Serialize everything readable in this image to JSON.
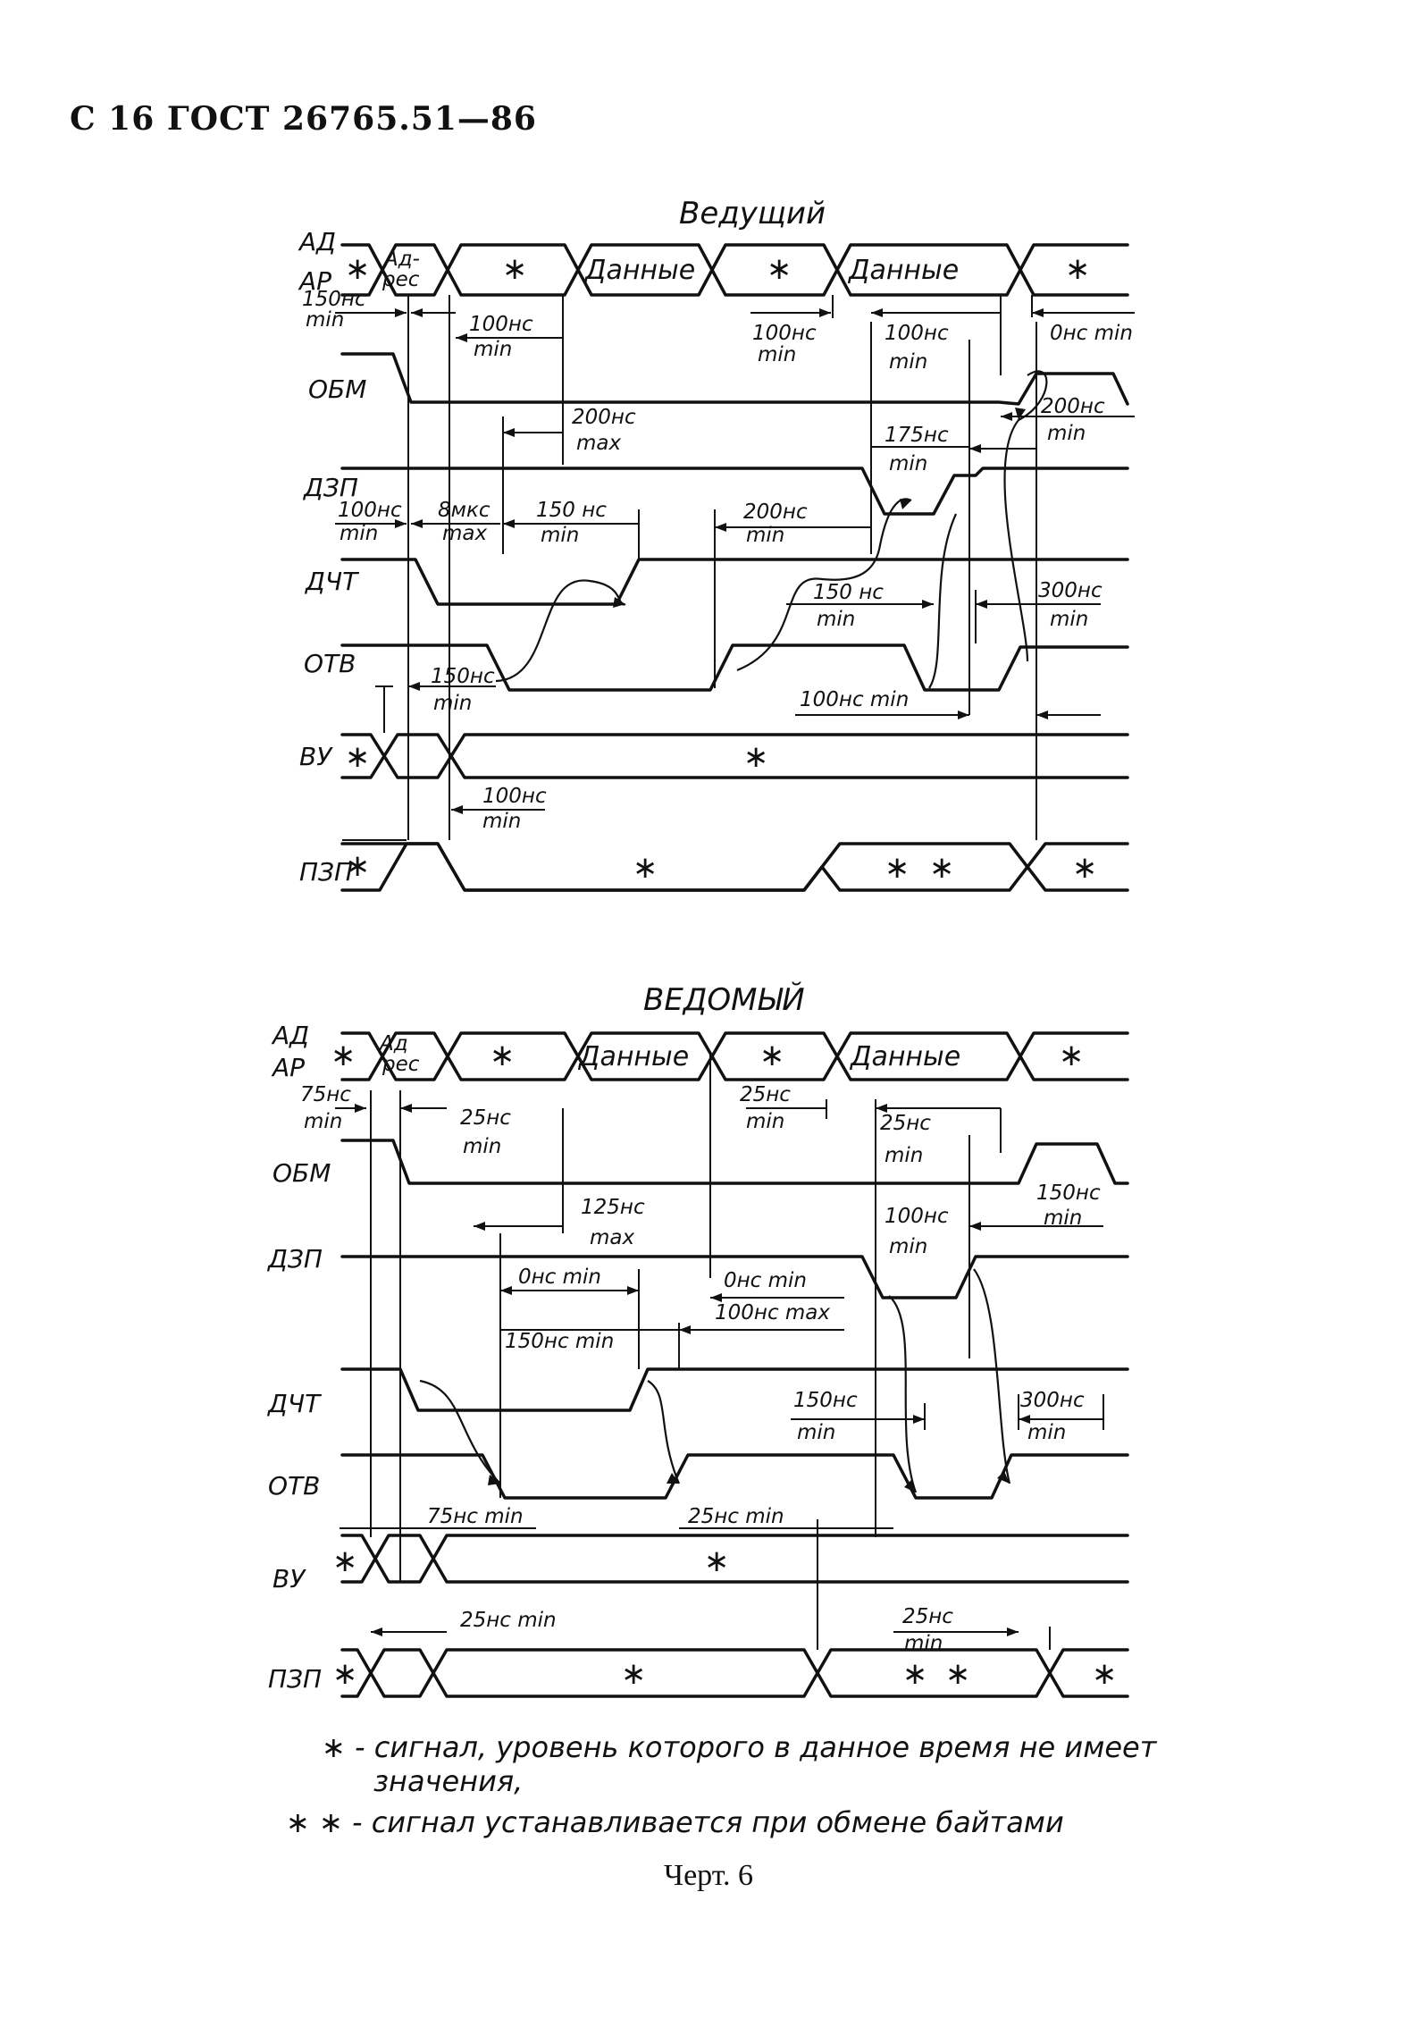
{
  "header": "С 16 ГОСТ 26765.51—86",
  "caption": "Черт. 6",
  "master": {
    "title": "Ведущий",
    "signals": [
      "АД",
      "АР",
      "ОБМ",
      "ДЗП",
      "ДЧТ",
      "ОТВ",
      "ВУ",
      "ПЗП"
    ],
    "bus": {
      "star": "∗",
      "address_1": "Ад-",
      "address_2": "рес",
      "data": "Данные"
    },
    "timing": [
      {
        "top": "150нс",
        "bottom": "min"
      },
      {
        "top": "100нс",
        "bottom": "min"
      },
      {
        "top": "100нс",
        "bottom": "min"
      },
      {
        "top": "100нс",
        "bottom": "min"
      },
      {
        "top": "0нс min",
        "bottom": ""
      },
      {
        "top": "200нс",
        "bottom": "max"
      },
      {
        "top": "200нс",
        "bottom": "min"
      },
      {
        "top": "175нс",
        "bottom": "min"
      },
      {
        "top": "100нс",
        "bottom": "min"
      },
      {
        "top": "8мкс",
        "bottom": "max"
      },
      {
        "top": "150 нс",
        "bottom": "min"
      },
      {
        "top": "200нс",
        "bottom": "min"
      },
      {
        "top": "150 нс",
        "bottom": "min"
      },
      {
        "top": "300нс",
        "bottom": "min"
      },
      {
        "top": "150нс",
        "bottom": "min"
      },
      {
        "top": "100нс min",
        "bottom": ""
      },
      {
        "top": "100нс",
        "bottom": "min"
      }
    ]
  },
  "slave": {
    "title": "ВЕДОМЫЙ",
    "signals": [
      "АД",
      "АР",
      "ОБМ",
      "ДЗП",
      "ДЧТ",
      "ОТВ",
      "ВУ",
      "ПЗП"
    ],
    "bus": {
      "star": "∗",
      "address_1": "Ад",
      "address_2": "рес",
      "data": "Данные"
    },
    "timing": [
      {
        "top": "75нс",
        "bottom": "min"
      },
      {
        "top": "25нс",
        "bottom": "min"
      },
      {
        "top": "25нс",
        "bottom": "min"
      },
      {
        "top": "25нс",
        "bottom": "min"
      },
      {
        "top": "125нс",
        "bottom": "max"
      },
      {
        "top": "150нс",
        "bottom": "min"
      },
      {
        "top": "100нс",
        "bottom": "min"
      },
      {
        "top": "0нс min",
        "bottom": ""
      },
      {
        "top": "0нс min",
        "bottom": "100нс max"
      },
      {
        "top": "150нс min",
        "bottom": ""
      },
      {
        "top": "150нс",
        "bottom": "min"
      },
      {
        "top": "300нс",
        "bottom": "min"
      },
      {
        "top": "75нс min",
        "bottom": ""
      },
      {
        "top": "25нс min",
        "bottom": ""
      },
      {
        "top": "25нс min",
        "bottom": ""
      },
      {
        "top": "25нс",
        "bottom": "min"
      }
    ]
  },
  "legend": {
    "single_line1": "∗ - сигнал, уровень которого в данное время не имеет",
    "single_line2": "значения,",
    "double": "∗ ∗ - сигнал устанавливается при обмене байтами"
  }
}
